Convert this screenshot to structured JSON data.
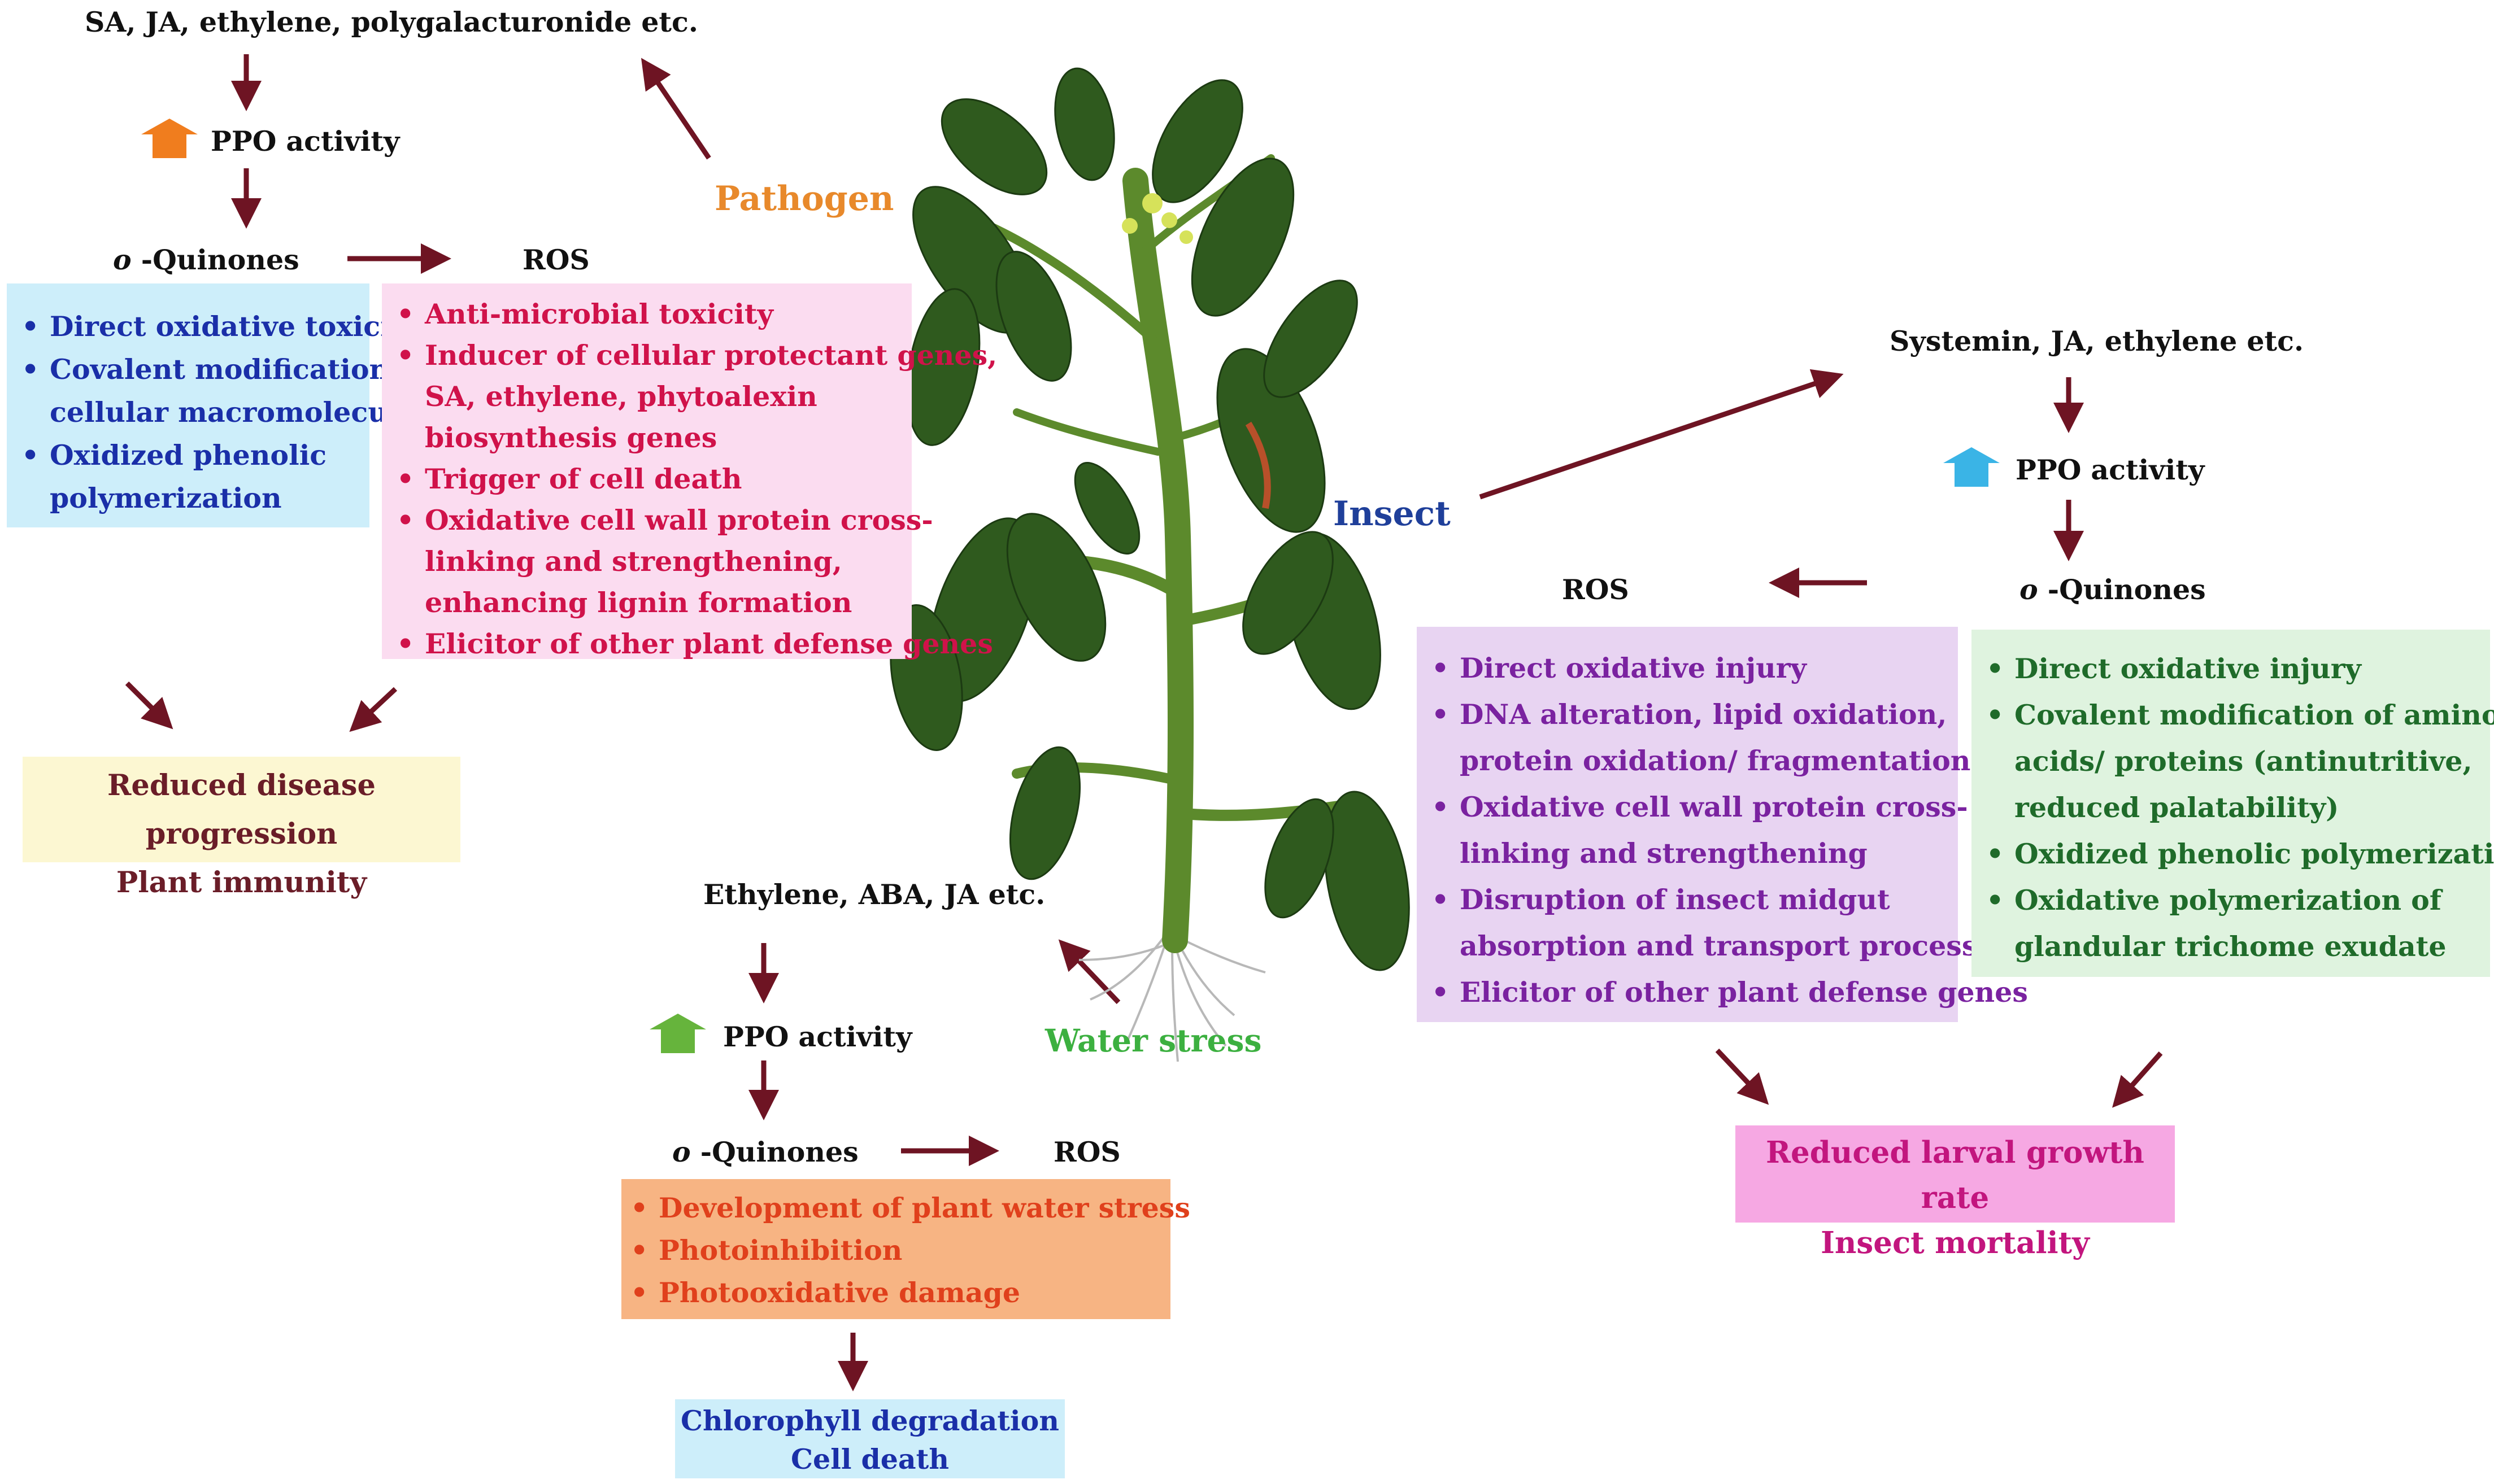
{
  "pathogen": {
    "label": "Pathogen",
    "signals": "SA, JA, ethylene, polygalacturonide etc.",
    "ppo": "PPO activity",
    "quinones": "-Quinones",
    "quinones_prefix": "o",
    "ros": "ROS",
    "quinone_effects": [
      "Direct oxidative toxicity",
      "Covalent modification of",
      "cellular  macromolecules",
      "Oxidized phenolic",
      "polymerization"
    ],
    "ros_effects": [
      "Anti-microbial toxicity",
      "Inducer of cellular protectant genes,",
      "SA, ethylene, phytoalexin",
      "biosynthesis genes",
      "Trigger of cell death",
      "Oxidative cell wall protein cross-",
      "linking and strengthening,",
      "enhancing lignin formation",
      "Elicitor of other plant defense genes"
    ],
    "outcome": [
      "Reduced disease progression",
      "Plant immunity"
    ]
  },
  "insect": {
    "label": "Insect",
    "signals": "Systemin, JA, ethylene etc.",
    "ppo": "PPO activity",
    "quinones": "-Quinones",
    "quinones_prefix": "o",
    "ros": "ROS",
    "ros_effects": [
      "Direct oxidative injury",
      "DNA alteration, lipid oxidation,",
      "protein oxidation/ fragmentation",
      "Oxidative cell wall protein cross-",
      "linking and strengthening",
      "Disruption of insect midgut",
      "absorption and transport processes",
      "Elicitor of other plant defense genes"
    ],
    "quinone_effects": [
      "Direct oxidative injury",
      "Covalent modification of amino",
      "acids/ proteins (antinutritive,",
      "reduced palatability)",
      "Oxidized phenolic polymerization",
      "Oxidative polymerization of",
      "glandular trichome exudate"
    ],
    "outcome": [
      "Reduced larval growth rate",
      "Insect mortality"
    ]
  },
  "water": {
    "label": "Water stress",
    "signals": "Ethylene, ABA, JA etc.",
    "ppo": "PPO activity",
    "quinones": "-Quinones",
    "quinones_prefix": "o",
    "ros": "ROS",
    "effects": [
      "Development of plant water stress",
      "Photoinhibition",
      "Photooxidative damage"
    ],
    "outcome": [
      "Chlorophyll degradation",
      "Cell death"
    ]
  },
  "colors": {
    "arrow": "#6e1423",
    "pathogen_label": "#e8892b",
    "insect_label": "#1f3f9a",
    "water_label": "#3cb040",
    "ppo_up_pathogen": "#f07d1e",
    "ppo_up_insect": "#3ab4e6",
    "ppo_up_water": "#66b43c",
    "box_cyan": "#cdeefa",
    "box_pink": "#fbdcf0",
    "box_yellow": "#fcf7d2",
    "box_purple": "#e8d4f2",
    "box_green": "#dff3df",
    "box_orange": "#f7b483",
    "box_magenta": "#f6a8e3",
    "text_blue": "#1a2fa8",
    "text_red": "#d0124a",
    "text_maroon": "#6a1d28",
    "text_purple": "#7a22a0",
    "text_green": "#1f6b2a",
    "text_orangered": "#e0401c"
  }
}
